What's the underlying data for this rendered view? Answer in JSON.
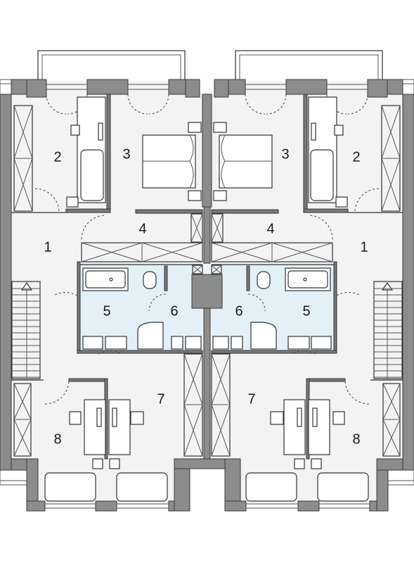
{
  "rooms": {
    "left": {
      "r1": "1",
      "r2": "2",
      "r3": "3",
      "r4": "4",
      "r5": "5",
      "r6": "6",
      "r7": "7",
      "r8": "8"
    },
    "right": {
      "r1": "1",
      "r2": "2",
      "r3": "3",
      "r4": "4",
      "r5": "5",
      "r6": "6",
      "r7": "7",
      "r8": "8"
    }
  }
}
